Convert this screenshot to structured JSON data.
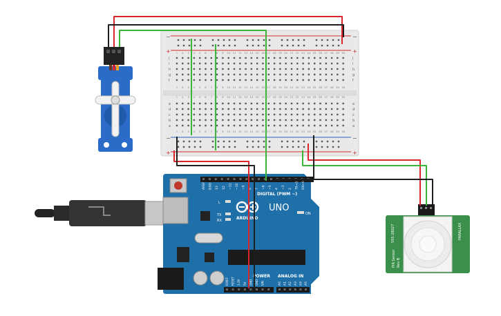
{
  "colors": {
    "background": "#ffffff",
    "breadboard": "#e9e9e9",
    "breadboard_border": "#cfcfcf",
    "hole": "#5a5a5a",
    "rail_red": "#d22b2b",
    "rail_blue": "#2f5fb8",
    "wire_red": "#d8262c",
    "wire_black": "#1e1e1e",
    "wire_green": "#3ab53a",
    "servo_blue": "#2a6cc8",
    "arduino_blue": "#1f6fa8",
    "arduino_dark": "#175a8a",
    "pir_green": "#3a8f4a",
    "header_black": "#1a1a1a"
  },
  "breadboard": {
    "row_labels_top": [
      "j",
      "i",
      "h",
      "g",
      "f"
    ],
    "row_labels_bottom": [
      "e",
      "d",
      "c",
      "b",
      "a"
    ],
    "column_numbers": [
      "1",
      "2",
      "3",
      "4",
      "5",
      "6",
      "7",
      "8",
      "9",
      "10",
      "11",
      "12",
      "13",
      "14",
      "15",
      "16",
      "17",
      "18",
      "19",
      "20",
      "21",
      "22",
      "23",
      "24",
      "25",
      "26",
      "27",
      "28",
      "29",
      "30"
    ],
    "rail_minus": "−",
    "rail_plus": "+"
  },
  "servo": {
    "connector_pins": 3
  },
  "arduino": {
    "logo_text": "ARDUINO",
    "model": "UNO",
    "digital_label": "DIGITAL (PWM ~)",
    "digital_pins": [
      "AREF",
      "GND",
      "13",
      "12",
      "~11",
      "~10",
      "~9",
      "8",
      "7",
      "~6",
      "~5",
      "4",
      "~3",
      "2",
      "TX→1",
      "RX←0"
    ],
    "power_label": "POWER",
    "power_pins": [
      "IOREF",
      "RESET",
      "3.3V",
      "5V",
      "GND",
      "GND",
      "VIN"
    ],
    "analog_label": "ANALOG IN",
    "analog_pins": [
      "A0",
      "A1",
      "A2",
      "A3",
      "A4",
      "A5"
    ],
    "led_l": "L",
    "led_tx": "TX",
    "led_rx": "RX",
    "led_on": "ON"
  },
  "pir": {
    "left_text": "PIR Sensor",
    "left_sub": "Rev B",
    "top_text": "555-28027",
    "right_text": "PARALLAX"
  }
}
